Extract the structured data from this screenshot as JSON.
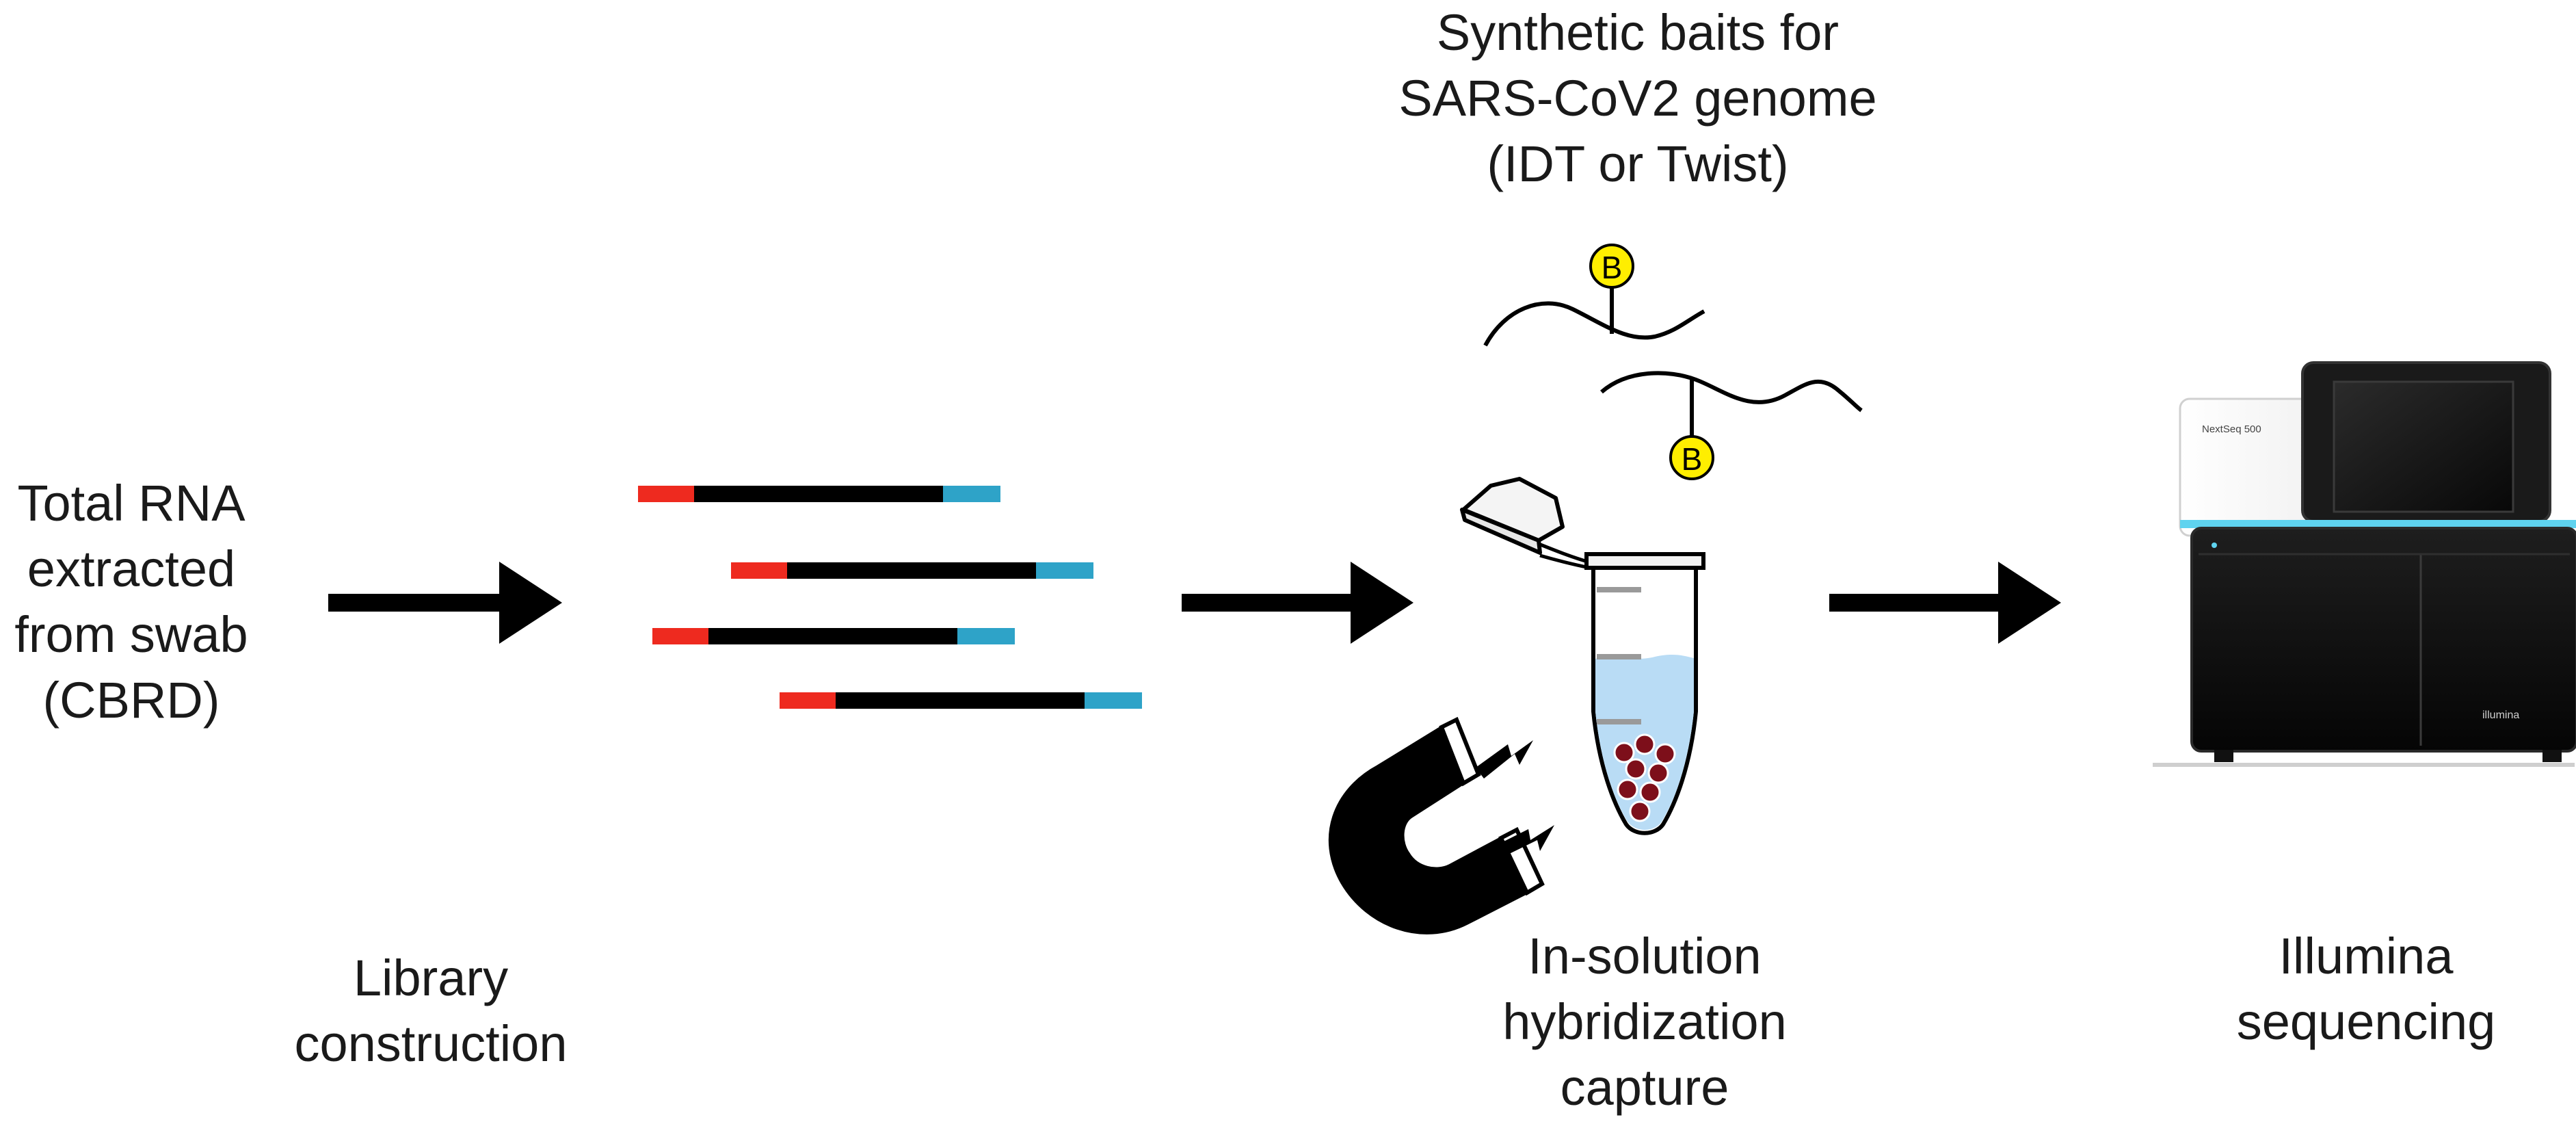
{
  "source_label": [
    "Total RNA",
    "extracted",
    "from swab",
    "(CBRD)"
  ],
  "library_label": [
    "Library",
    "construction"
  ],
  "baits_label": [
    "Synthetic baits for",
    "SARS-CoV2 genome",
    "(IDT or Twist)"
  ],
  "bait_tag": "B",
  "capture_label": [
    "In-solution",
    "hybridization",
    "capture"
  ],
  "sequencing_label": [
    "Illumina",
    "sequencing"
  ],
  "instrument_model_text": "NextSeq 500",
  "instrument_brand_text": "illumina",
  "colors": {
    "adapter_left": "#ee2a1f",
    "insert": "#000000",
    "adapter_right": "#2ea3c8",
    "bait_tag_fill": "#ffee00",
    "tube_liquid": "#b9dcf5",
    "beads": "#7d0f1a",
    "instrument_body": "#151515",
    "instrument_accent": "#5fd3ef"
  }
}
